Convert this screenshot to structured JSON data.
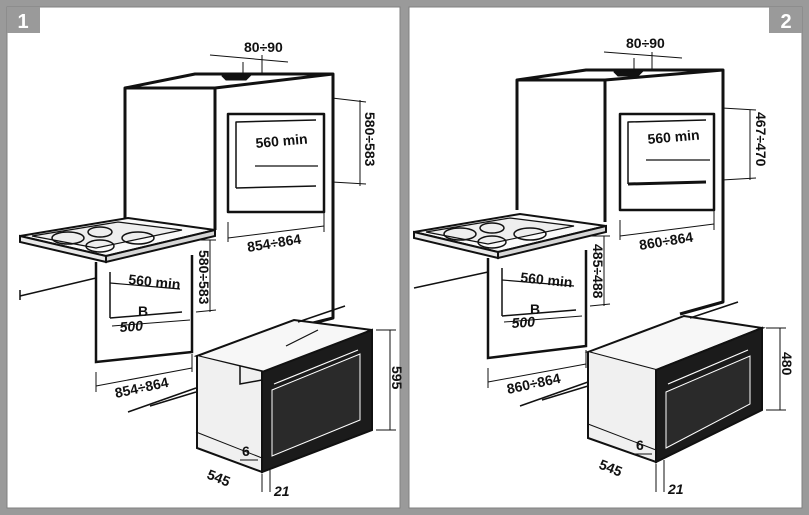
{
  "panels": [
    {
      "number": "1",
      "labels": {
        "vent": "80÷90",
        "top_depth": "560 min",
        "top_height": "580÷583",
        "top_width": "854÷864",
        "under_depth": "560 min",
        "under_height": "580÷583",
        "under_base_depth": "500",
        "under_width": "854÷864",
        "marker": "B",
        "oven_height": "595",
        "oven_depth": "545",
        "door_gap": "6",
        "door_thick": "21"
      }
    },
    {
      "number": "2",
      "labels": {
        "vent": "80÷90",
        "top_depth": "560 min",
        "top_height": "467÷470",
        "top_width": "860÷864",
        "under_depth": "560 min",
        "under_height": "485÷488",
        "under_base_depth": "500",
        "under_width": "860÷864",
        "marker": "B",
        "oven_height": "480",
        "oven_depth": "545",
        "door_gap": "6",
        "door_thick": "21"
      }
    }
  ],
  "colors": {
    "background": "#9a9a9a",
    "panel": "#ffffff",
    "badge": "#9a9a9a",
    "line": "#111111",
    "oven_door": "#1b1b1b"
  }
}
